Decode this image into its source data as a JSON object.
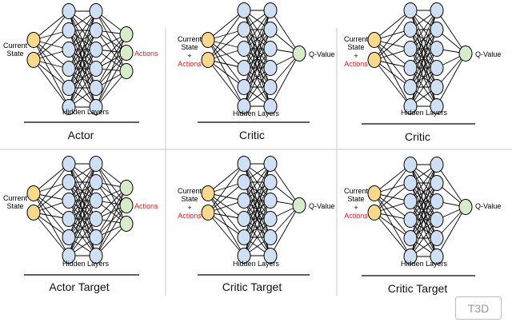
{
  "colors": {
    "input_node": "#f7d98c",
    "hidden_node": "#cfe0f4",
    "output_node": "#d7ecc8",
    "edge": "#000000",
    "divider": "#c8c8c8",
    "red_text": "#e02020"
  },
  "labels": {
    "current": "Current",
    "state": "State",
    "plus": "+",
    "actions": "Actions",
    "qvalue": "Q-Value",
    "hidden_layers": "Hidden Layers"
  },
  "panels": [
    {
      "id": "actor",
      "title": "Actor",
      "kind": "actor"
    },
    {
      "id": "critic-1",
      "title": "Critic",
      "kind": "critic"
    },
    {
      "id": "critic-2",
      "title": "Critic",
      "kind": "critic"
    },
    {
      "id": "actor-target",
      "title": "Actor Target",
      "kind": "actor"
    },
    {
      "id": "critic-target-1",
      "title": "Critic Target",
      "kind": "critic"
    },
    {
      "id": "critic-target-2",
      "title": "Critic Target",
      "kind": "critic"
    }
  ],
  "badge": "T3D"
}
